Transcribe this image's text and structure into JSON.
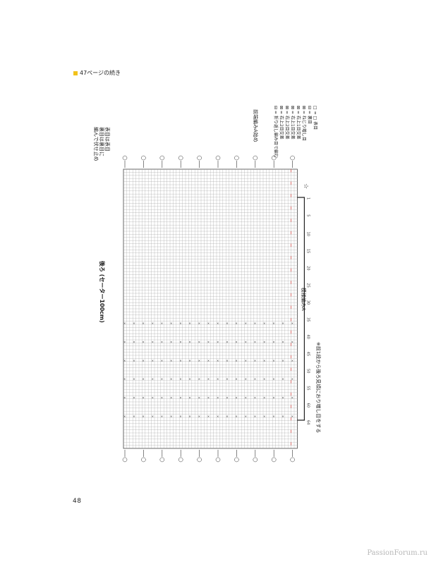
{
  "header": {
    "note": "47ページの続き"
  },
  "page": {
    "number": "48"
  },
  "watermark": "PassionForum.ru",
  "chart": {
    "title": "後ろ",
    "subtitle": "(セーター100cm)",
    "left_note": [
      "表目は表目",
      "裏目は裏目に",
      "編んで伏せ止め"
    ],
    "top_note": "前端編みA始め",
    "center_label": "模様編みA",
    "bottom_note": "※前1段から後ろ見頃におり増し目をする",
    "row_numbers": [
      "1",
      "5",
      "10",
      "15",
      "20",
      "25",
      "30",
      "35",
      "40",
      "45",
      "50",
      "55",
      "60",
      "64"
    ],
    "star": "☆"
  },
  "legend": {
    "items": [
      "□ = □ 表目",
      "⊟ = 裏目",
      "⊠ = ねじり増し目",
      "⊠ = 右上1目交差",
      "⊠ = 右上1目交差",
      "⊠ = 右上2目交差",
      "⊠ = 右上2目交差",
      "⊟ = 折り返し編み目で編む"
    ]
  }
}
